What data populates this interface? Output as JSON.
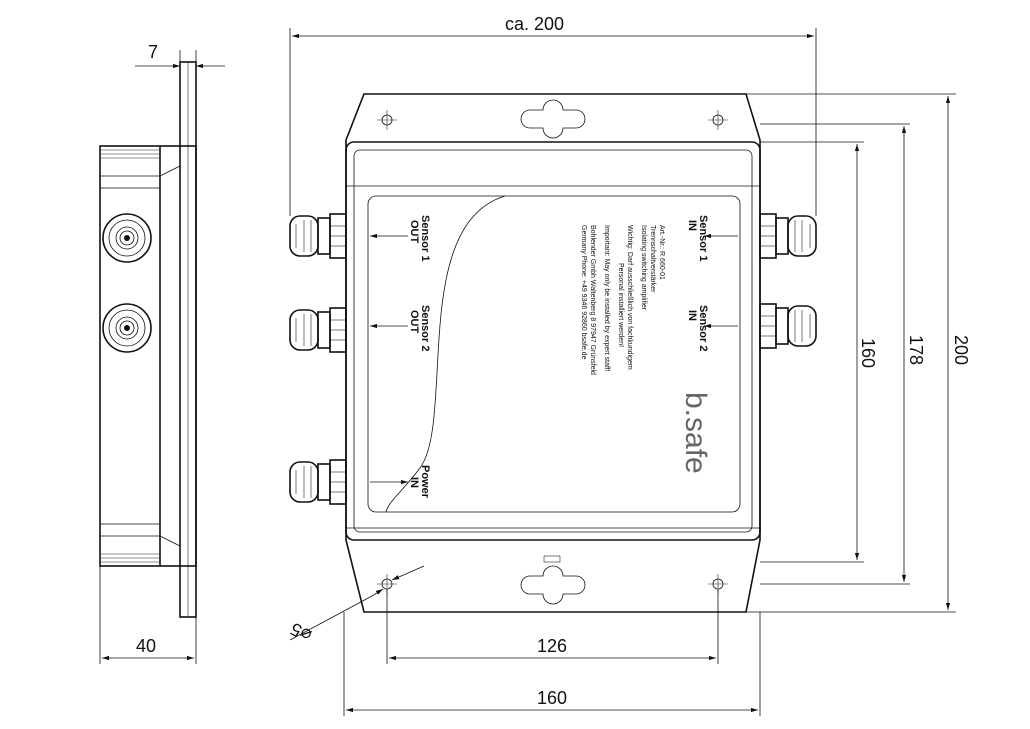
{
  "dimensions": {
    "overall_width": "ca. 200",
    "side_thickness": "7",
    "side_depth": "40",
    "height_200": "200",
    "height_178": "178",
    "height_160": "160",
    "hole_spacing": "126",
    "body_width": "160",
    "hole_diameter": "⌀5"
  },
  "label": {
    "sensor1": "Sensor 1",
    "sensor2": "Sensor 2",
    "power": "Power",
    "in": "IN",
    "out": "OUT",
    "logo": "b.safe",
    "lines": [
      "Art.-Nr.: R 660-01",
      "Trennschaltverstärker",
      "Isolating switching amplifier",
      "Wichtig:  Darf ausschließlich von fachkundigem",
      "Personal installiert werden!",
      "Important: May only be installed by expert staff!",
      "Bohlender Gmbh Waltenberg 8  97947 Grünsfeld",
      "Germany Phone: +49 9346 92860  bsafe.de"
    ]
  }
}
